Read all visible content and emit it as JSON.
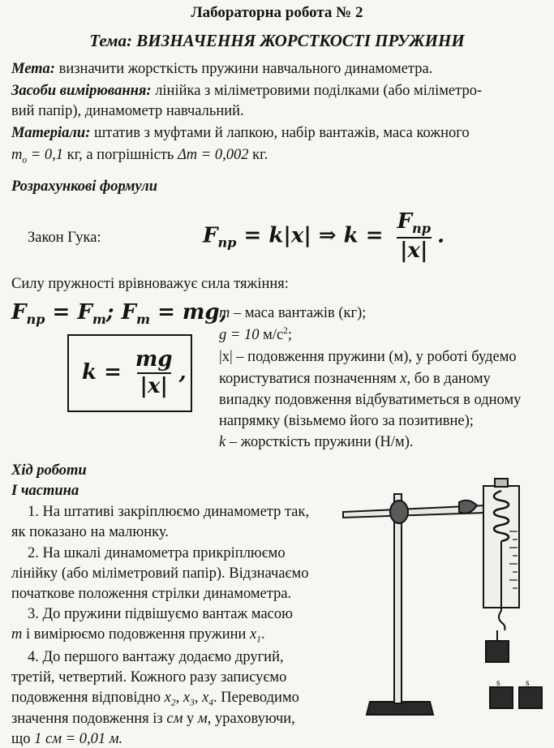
{
  "title": "Лабораторна робота № 2",
  "topic_label": "Тема:",
  "topic_text": "ВИЗНАЧЕННЯ ЖОРСТКОСТІ ПРУЖИНИ",
  "goal": {
    "label": "Мета:",
    "text": "визначити жорсткість пружини навчального динамометра."
  },
  "tools": {
    "label": "Засоби вимірювання:",
    "text_line1": "лінійка з міліметровими поділками (або міліметро-",
    "text_line2": "вий папір), динамометр навчальний."
  },
  "materials": {
    "label": "Матеріали:",
    "text_line1": "штатив з муфтами й лапкою, набір вантажів, маса кожного",
    "m0": "m",
    "m0_sub": "o",
    "eq_value": " = 0,1",
    "unit_kg": " кг, а погрішність ",
    "dm": "Δm = 0,002",
    "unit_kg2": " кг."
  },
  "formulas_heading": "Розрахункові формули",
  "hooke_label": "Закон Гука:",
  "hooke": {
    "F": "F",
    "sub": "пр",
    "mid": " = k|x| ⇒ k = ",
    "num": "F",
    "num_sub": "пр",
    "den": "|x|",
    "end": "."
  },
  "balance_text": "Силу пружності врівноважує сила тяжіння:",
  "balance_formula": {
    "F1": "F",
    "F1_sub": "пр",
    "eq1": " = F",
    "F2_sub": "т",
    "sep": "; F",
    "F3_sub": "т",
    "eq2": " = mg,"
  },
  "k_formula": {
    "k": "k = ",
    "num": "mg",
    "den": "|x|",
    "end": ","
  },
  "legend": {
    "m": "m",
    "m_text": " – маса вантажів (кг);",
    "g": "g = 10",
    "g_unit": " м/с",
    "g_sup": "2",
    "g_end": ";",
    "x": "|x|",
    "x_text": " – подовження пружини (м), у роботі будемо",
    "x_line2_a": "користуватися  позначенням ",
    "x_var": "x",
    "x_line2_b": ", бо в даному",
    "x_line3": "випадку подовження відбуватиметься в одному",
    "x_line4": "напрямку  (візьмемо його за позитивне);",
    "k": "k",
    "k_text": " – жорсткість пружини  (Н/м)."
  },
  "procedure_heading": "Хід роботи",
  "part_heading": "І частина",
  "steps": {
    "s1_l1": "1. На штативі закріплюємо динамометр так,",
    "s1_l2": "як показано на малюнку.",
    "s2_l1": "2. На шкалі динамометра прикріплюємо",
    "s2_l2": "лінійку (або міліметровий папір). Відзначаємо",
    "s2_l3": "початкове  положення  стрілки динамометра.",
    "s3_l1": "3. До пружини підвішуємо вантаж масою",
    "s3_m": "m",
    "s3_l2": " і вимірюємо подовження пружини ",
    "s3_x": "x",
    "s3_x_sub": "1",
    "s3_end": ".",
    "s4_l1": "4. До першого вантажу додаємо другий,",
    "s4_l2": "третій, четвертий. Кожного разу записуємо",
    "s4_l3a": "подовження відповідно ",
    "s4_x2": "x",
    "s4_x2_sub": "2",
    "s4_sep1": ", ",
    "s4_x3": "x",
    "s4_x3_sub": "3",
    "s4_sep2": ", ",
    "s4_x4": "x",
    "s4_x4_sub": "4",
    "s4_l3b": ". Переводимо",
    "s4_l4a": "значення подовження із ",
    "s4_cm": "см",
    "s4_l4b": " у  ",
    "s4_m": "м",
    "s4_l4c": ", ураховуючи,",
    "s4_l5a": "що ",
    "s4_l5b": "1 см = 0,01 м."
  },
  "figure": {
    "weight_label": "s"
  }
}
